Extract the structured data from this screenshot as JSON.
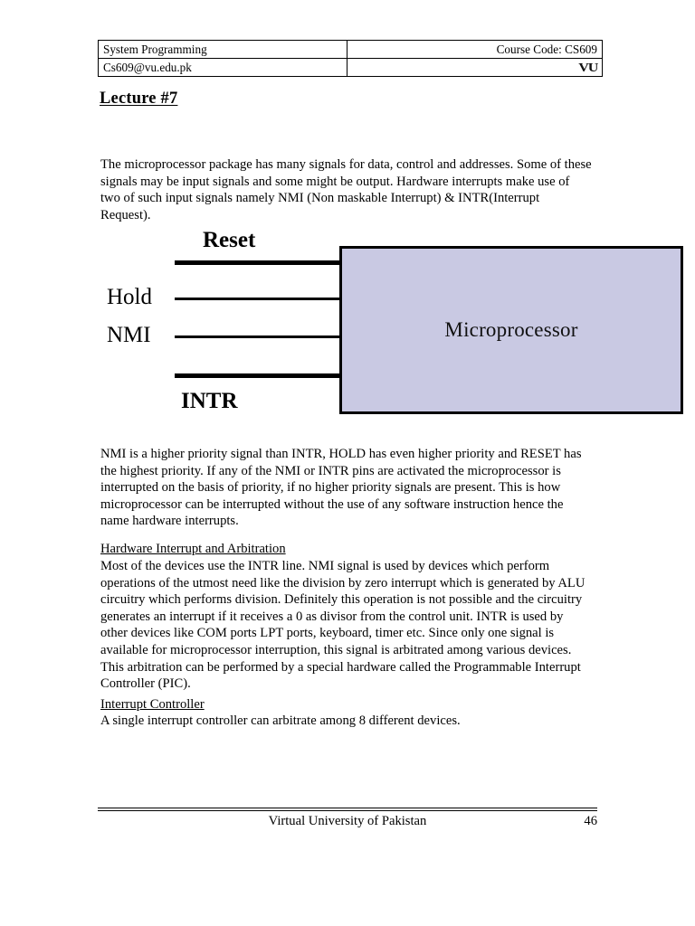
{
  "header": {
    "course_title": "System Programming",
    "course_code": "Course Code: CS609",
    "email": "Cs609@vu.edu.pk",
    "logo_text": "VU",
    "logo_name": "vu-logo"
  },
  "lecture": {
    "title": "Lecture #7"
  },
  "body": {
    "intro_paragraph": "The microprocessor package has many signals for data, control and addresses. Some of these signals may be input signals and some might be output. Hardware interrupts make use of two of such input signals namely NMI (Non maskable Interrupt)  & INTR(Interrupt Request).",
    "after_diagram_paragraph": "NMI is a higher priority signal than INTR, HOLD has even higher priority and RESET has the highest priority. If any of the NMI or INTR pins are activated the microprocessor is interrupted on the basis of priority, if no higher priority signals are present. This is how microprocessor can be interrupted without the use of any software instruction hence the name hardware interrupts.",
    "section_hardware_heading": "Hardware Interrupt and Arbitration",
    "section_hardware_paragraph": "Most of the devices use the INTR line. NMI signal is used by devices which perform operations of the utmost need like the division by zero interrupt which is generated by ALU circuitry which performs division. Definitely this operation is not possible and the circuitry generates an interrupt if it receives a 0 as divisor from the control unit. INTR is used by other devices like COM ports LPT ports, keyboard, timer etc. Since only one signal is available for microprocessor interruption, this signal is arbitrated among various devices. This arbitration can be performed by a special hardware called the Programmable Interrupt Controller (PIC).",
    "section_controller_heading": "Interrupt Controller ",
    "section_controller_paragraph": "A single interrupt controller can arbitrate among 8 different devices."
  },
  "diagram": {
    "block_label": "Microprocessor",
    "block_fill_color": "#c9c9e3",
    "block_border_color": "#000000",
    "signals": [
      {
        "label": "Reset",
        "weight": "bold",
        "position": "above-line"
      },
      {
        "label": "Hold",
        "weight": "normal",
        "position": "left-of-line"
      },
      {
        "label": "NMI",
        "weight": "normal",
        "position": "left-of-line"
      },
      {
        "label": "INTR",
        "weight": "bold",
        "position": "below-line"
      }
    ]
  },
  "footer": {
    "institution": "Virtual University of Pakistan",
    "page_number": "46"
  }
}
